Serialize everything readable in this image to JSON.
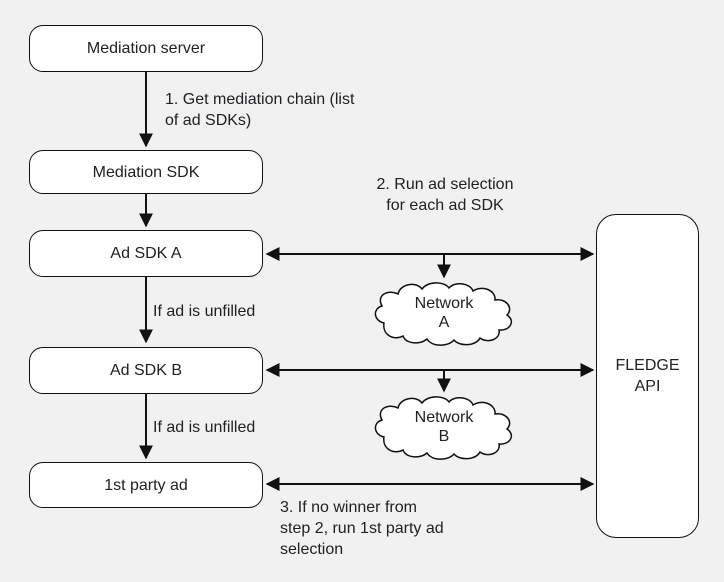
{
  "diagram": {
    "title_semantic": "Ad mediation chain with FLEDGE API flow",
    "nodes": {
      "mediation_server": "Mediation server",
      "mediation_sdk": "Mediation SDK",
      "ad_sdk_a": "Ad SDK A",
      "ad_sdk_b": "Ad SDK B",
      "first_party_ad": "1st party ad",
      "fledge_api": "FLEDGE\nAPI",
      "network_a": "Network\nA",
      "network_b": "Network\nB"
    },
    "labels": {
      "step1": "1. Get mediation chain (list\nof ad SDKs)",
      "step2": "2. Run ad selection\nfor each ad SDK",
      "step3": "3. If no winner from\nstep 2, run 1st party ad\nselection",
      "unfilled_a": "If ad is unfilled",
      "unfilled_b": "If ad is unfilled"
    },
    "colors": {
      "background": "#f1f1f1",
      "node_fill": "#ffffff",
      "stroke": "#111111",
      "text": "#202124"
    }
  }
}
